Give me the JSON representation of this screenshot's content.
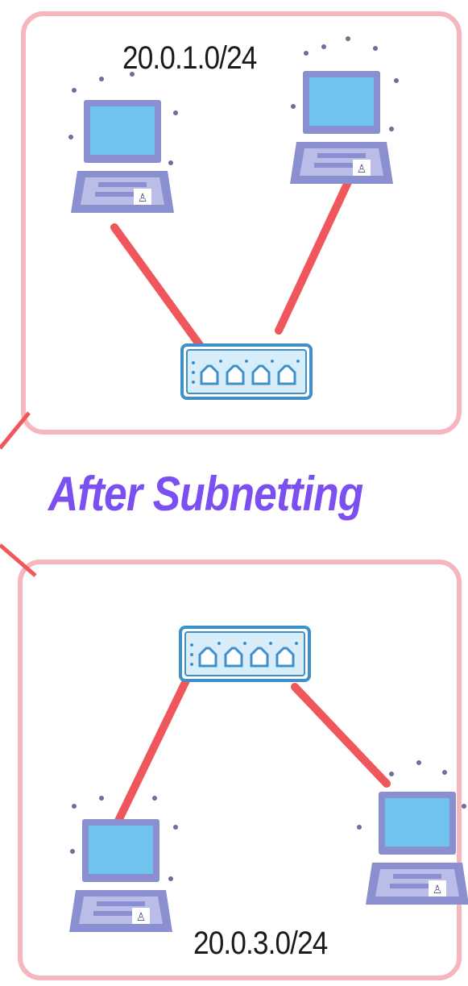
{
  "caption": "After Subnetting",
  "subnets": [
    {
      "label": "20.0.1.0/24"
    },
    {
      "label": "20.0.3.0/24"
    }
  ],
  "colors": {
    "frame": "#f5b7bd",
    "link": "#f0575c",
    "caption": "#7b4ff0",
    "device_screen": "#6fc3ee",
    "device_body": "#8a8fd0",
    "switch_outline": "#3f8fc8"
  },
  "icons": [
    "laptop-icon",
    "switch-icon",
    "signal-dots-icon"
  ]
}
